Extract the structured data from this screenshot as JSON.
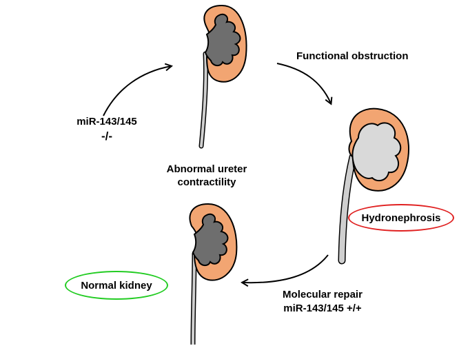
{
  "labels": {
    "functional_obstruction": "Functional obstruction",
    "mir_knockout_line1": "miR-143/145",
    "mir_knockout_line2": "-/-",
    "abnormal_line1": "Abnormal ureter",
    "abnormal_line2": "contractility",
    "hydronephrosis": "Hydronephrosis",
    "normal_kidney": "Normal kidney",
    "repair_line1": "Molecular repair",
    "repair_line2": "miR-143/145 +/+"
  },
  "colors": {
    "cortex": "#f2a572",
    "pelvis_normal": "#6e6e6e",
    "pelvis_hydro": "#d9d9d9",
    "ureter": "#cfcfcf",
    "outline": "#000000",
    "hydronephrosis_border": "#e02020",
    "normal_border": "#22cc22"
  },
  "icons": [
    "kidney-normal-top",
    "kidney-hydronephrotic",
    "kidney-normal-bottom",
    "curved-arrow"
  ]
}
